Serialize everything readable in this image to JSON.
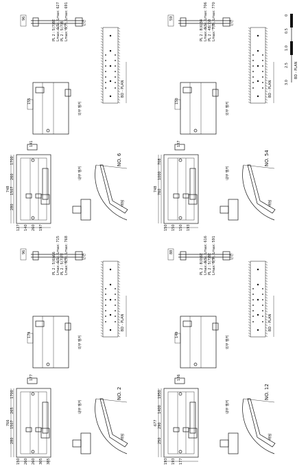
{
  "sheet": {
    "panels": [
      {
        "id": "no2",
        "caption": "NO. 2",
        "labels": {
          "section_a_label": "버팀",
          "section_a_sub": "내부 앵커",
          "section_b_label": "외부 앵커",
          "detail_label": "단면",
          "band_label": "BD - PLAN",
          "top_dim": "766",
          "side_dims": [
            "1700",
            "265",
            "1507",
            "280"
          ],
          "bottom_dims": [
            "150",
            "260",
            "260",
            "305",
            "385"
          ],
          "small_dim": "177",
          "note_1": "PL 2 : 5(6)W6",
          "note_1b": "Lmax: 6(5), Lmax: 715",
          "note_2": "PL 2 : 5(7)7E",
          "note_2b": "Lmax: 6(5), Lmax: 768",
          "dim_a": "174",
          "dim_b": "96"
        }
      },
      {
        "id": "no6",
        "caption": "NO. 6",
        "labels": {
          "section_a_label": "버팀",
          "section_a_sub": "내부 앵커",
          "section_b_label": "외부 앵커",
          "detail_label": "단면",
          "band_label": "BD - PLAN",
          "top_dim": "748",
          "side_dims": [
            "1700",
            "260",
            "1507",
            "280"
          ],
          "bottom_dims": [
            "127",
            "140",
            "260",
            "197"
          ],
          "small_dim": "141",
          "note_1": "PL 2 : 5(7)8E",
          "note_1b": "Lmax: 6(5), Lmax: 627",
          "note_2": "PL 2 : 5(7)8",
          "note_2b": "Lmax: 6(7), Lmax: 691",
          "dim_a": "155",
          "dim_b": "96"
        }
      },
      {
        "id": "no12",
        "caption": "NO. 12",
        "labels": {
          "section_a_label": "버팀",
          "section_a_sub": "내부 앵커",
          "section_b_label": "외부 앵커",
          "detail_label": "단면",
          "band_label": "BD - PLAN",
          "top_dim": "677",
          "side_dims": [
            "1950",
            "1400",
            "290",
            "250"
          ],
          "bottom_dims": [
            "193",
            "193",
            "177"
          ],
          "small_dim": "136",
          "note_1": "PL 2 : 8(0)6E",
          "note_1b": "Lmax: 8(5), Lmax: 616",
          "note_2": "PL 2 : 5(7)8E",
          "note_2b": "Lmax: 6(9), Lmax: 591",
          "dim_a": "149",
          "dim_b": "88"
        }
      },
      {
        "id": "no54",
        "caption": "NO. 54",
        "labels": {
          "section_a_label": "버팀",
          "section_a_sub": "내부 앵커",
          "section_b_label": "외부 앵커",
          "detail_label": "단면",
          "band_label": "BD - PLAN",
          "top_dim": "748",
          "side_dims": [
            "708",
            "1000",
            "760"
          ],
          "bottom_dims": [
            "150",
            "150",
            "150",
            "193"
          ],
          "small_dim": "137",
          "note_1": "PL 2 : 8(6)34",
          "note_1b": "Lmax: 8(5), Lmax: 706",
          "note_2": "PL 2 : 48(7)8",
          "note_2b": "Lmax: 7(8), Lmax: 770",
          "dim_a": "150",
          "dim_b": "59"
        }
      }
    ],
    "scale_bar": {
      "ticks": [
        "0",
        "0.5",
        "1.0",
        "2.5",
        "3.0"
      ],
      "label": "BD - PLAN"
    }
  }
}
